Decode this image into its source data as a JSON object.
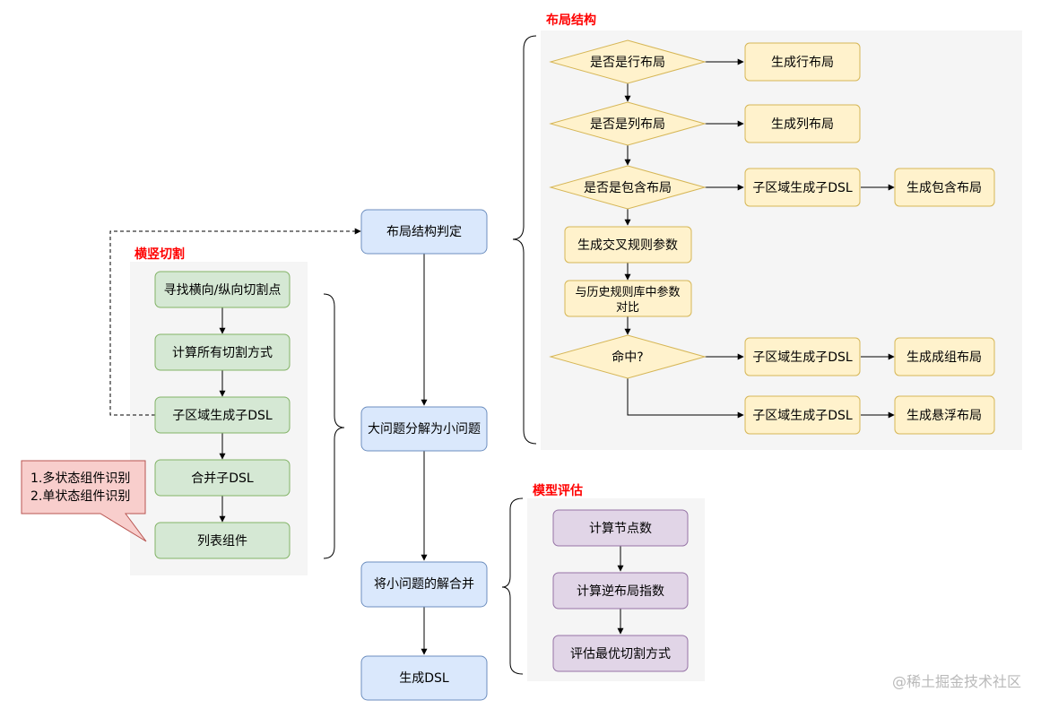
{
  "colors": {
    "blue_fill": "#dae8fc",
    "blue_stroke": "#6c8ebf",
    "green_fill": "#d5e8d4",
    "green_stroke": "#82b366",
    "yellow_fill": "#fff2cc",
    "yellow_stroke": "#d6b656",
    "purple_fill": "#e1d5e7",
    "purple_stroke": "#9673a6",
    "red_fill": "#f8cecc",
    "red_stroke": "#b85450",
    "panel_fill": "#f5f5f5",
    "group_title": "#ff0000"
  },
  "groups": {
    "split": "横竖切割",
    "layout": "布局结构",
    "eval": "模型评估"
  },
  "main": {
    "judge": "布局结构判定",
    "decompose": "大问题分解为小问题",
    "merge": "将小问题的解合并",
    "gen_dsl": "生成DSL"
  },
  "split": {
    "find": "寻找横向/纵向切割点",
    "calc": "计算所有切割方式",
    "subdsl": "子区域生成子DSL",
    "mergedsl": "合并子DSL",
    "list": "列表组件"
  },
  "callout": {
    "line1": "1.多状态组件识别",
    "line2": "2.单状态组件识别"
  },
  "layout": {
    "is_row": "是否是行布局",
    "gen_row": "生成行布局",
    "is_col": "是否是列布局",
    "gen_col": "生成列布局",
    "is_contain": "是否是包含布局",
    "sub_dsl_1": "子区域生成子DSL",
    "gen_contain": "生成包含布局",
    "gen_cross": "生成交叉规则参数",
    "compare_1": "与历史规则库中参数",
    "compare_2": "对比",
    "hit": "命中?",
    "sub_dsl_2": "子区域生成子DSL",
    "gen_group": "生成成组布局",
    "sub_dsl_3": "子区域生成子DSL",
    "gen_float": "生成悬浮布局"
  },
  "eval": {
    "count_nodes": "计算节点数",
    "inverse": "计算逆布局指数",
    "best": "评估最优切割方式"
  },
  "watermark": "@稀土掘金技术社区"
}
